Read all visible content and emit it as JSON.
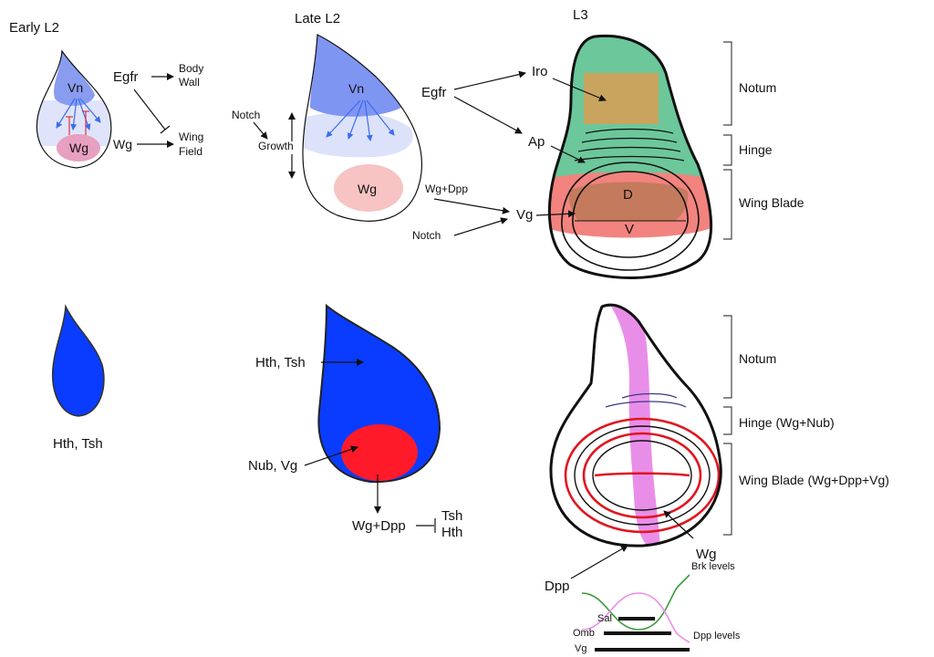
{
  "stages": {
    "early_l2": "Early L2",
    "late_l2": "Late L2",
    "l3": "L3"
  },
  "early_l2": {
    "vn": "Vn",
    "wg": "Wg",
    "egfr": "Egfr",
    "body_wall_1": "Body",
    "body_wall_2": "Wall",
    "wg_left": "Wg",
    "wing_field_1": "Wing",
    "wing_field_2": "Field"
  },
  "late_l2": {
    "notch": "Notch",
    "growth": "Growth",
    "vn": "Vn",
    "wg": "Wg"
  },
  "network": {
    "egfr": "Egfr",
    "iro": "Iro",
    "ap": "Ap",
    "wg_dpp": "Wg+Dpp",
    "notch": "Notch",
    "vg": "Vg"
  },
  "l3_top": {
    "d": "D",
    "v": "V",
    "notum": "Notum",
    "hinge": "Hinge",
    "wing_blade": "Wing Blade"
  },
  "bottom_left": {
    "hth_tsh": "Hth, Tsh"
  },
  "bottom_mid": {
    "hth_tsh": "Hth, Tsh",
    "nub_vg": "Nub, Vg",
    "wg_dpp": "Wg+Dpp",
    "tsh": "Tsh",
    "hth": "Hth"
  },
  "l3_bottom": {
    "notum": "Notum",
    "hinge": "Hinge (Wg+Nub)",
    "wing_blade": "Wing Blade  (Wg+Dpp+Vg)",
    "wg": "Wg",
    "dpp": "Dpp"
  },
  "gradients": {
    "brk": "Brk levels",
    "dpp": "Dpp levels",
    "sal": "Sal",
    "omb": "Omb",
    "vg": "Vg"
  },
  "colors": {
    "vn_blue": "#8a9cf0",
    "wg_pink": "#f6b8bc",
    "tissue_blue": "#0a3cff",
    "nub_red": "#ff1a2a",
    "notum_green": "#6cc79b",
    "iro_tan": "#c9a45e",
    "blade_red": "#f2837e",
    "d_brown": "#c47a5c",
    "dpp_pink": "#e98ee8",
    "brk_green": "#3a9a3a"
  }
}
